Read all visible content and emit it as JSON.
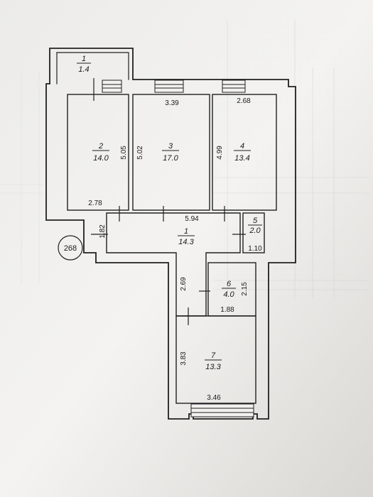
{
  "plan": {
    "sheet_number": "268",
    "rooms": [
      {
        "id": "1",
        "num": "1",
        "area": "1.4"
      },
      {
        "id": "2",
        "num": "2",
        "area": "14.0"
      },
      {
        "id": "3",
        "num": "3",
        "area": "17.0"
      },
      {
        "id": "4",
        "num": "4",
        "area": "13.4"
      },
      {
        "id": "5",
        "num": "1",
        "area": "14.3"
      },
      {
        "id": "6",
        "num": "5",
        "area": "2.0"
      },
      {
        "id": "7",
        "num": "6",
        "area": "4.0"
      },
      {
        "id": "8",
        "num": "7",
        "area": "13.3"
      }
    ],
    "dimensions": {
      "d339": "3.39",
      "d268": "2.68",
      "d505": "5.05",
      "d502": "5.02",
      "d499": "4.99",
      "d278": "2.78",
      "d594": "5.94",
      "d182": "1.82",
      "d110": "1.10",
      "d269": "2.69",
      "d215": "2.15",
      "d188": "1.88",
      "d383": "3.83",
      "d346": "3.46"
    }
  }
}
